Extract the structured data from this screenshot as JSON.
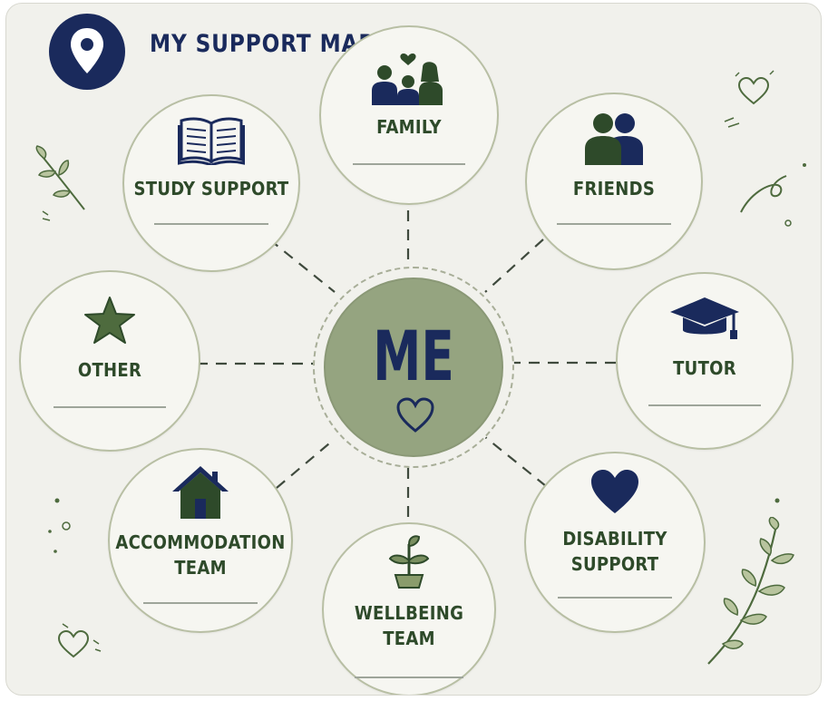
{
  "title": "MY SUPPORT MAP",
  "center": {
    "label": "ME"
  },
  "nodes": {
    "family": {
      "label": "FAMILY"
    },
    "friends": {
      "label": "FRIENDS"
    },
    "tutor": {
      "label": "TUTOR"
    },
    "disability": {
      "line1": "DISABILITY",
      "line2": "SUPPORT"
    },
    "wellbeing": {
      "line1": "WELLBEING",
      "line2": "TEAM"
    },
    "accommodation": {
      "line1": "ACCOMMODATION",
      "line2": "TEAM"
    },
    "other": {
      "label": "OTHER"
    },
    "study": {
      "label": "STUDY SUPPORT"
    }
  },
  "icons": {
    "badge": "map-pin-icon",
    "family": "family-icon",
    "friends": "people-icon",
    "tutor": "graduation-cap-icon",
    "disability": "heart-icon",
    "wellbeing": "plant-icon",
    "accommodation": "house-icon",
    "other": "star-icon",
    "study": "open-book-icon",
    "center": "heart-outline-icon"
  },
  "colors": {
    "navy": "#1a2a5c",
    "sage": "#95a480",
    "dark_green": "#2e4a2a",
    "background": "#f1f1ec"
  }
}
